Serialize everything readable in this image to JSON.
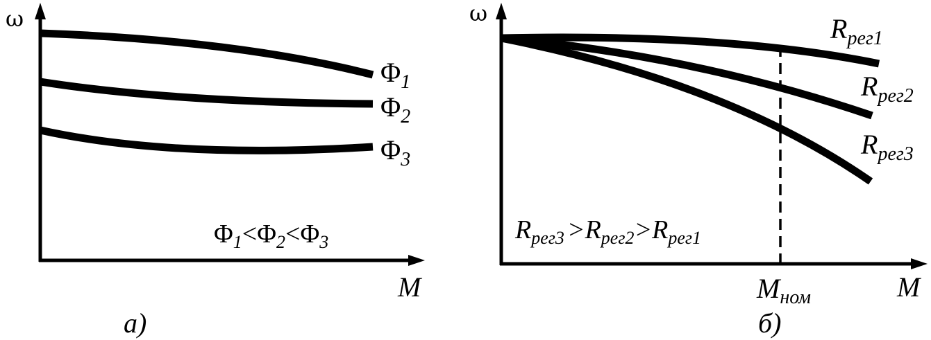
{
  "panel_a": {
    "y_axis_label": "ω",
    "x_axis_label": "M",
    "caption": "а)",
    "curves": [
      {
        "symbol": "Φ",
        "subscript": "1"
      },
      {
        "symbol": "Φ",
        "subscript": "2"
      },
      {
        "symbol": "Φ",
        "subscript": "3"
      }
    ],
    "relation": {
      "s1": "Φ",
      "n1": "1",
      "op1": "<",
      "s2": "Φ",
      "n2": "2",
      "op2": "<",
      "s3": "Φ",
      "n3": "3"
    }
  },
  "panel_b": {
    "y_axis_label": "ω",
    "x_axis_label": "M",
    "caption": "б)",
    "curves": [
      {
        "symbol": "R",
        "subscript": "рег1"
      },
      {
        "symbol": "R",
        "subscript": "рег2"
      },
      {
        "symbol": "R",
        "subscript": "рег3"
      }
    ],
    "nominal_marker": {
      "symbol": "M",
      "subscript": "ном"
    },
    "relation": {
      "s1": "R",
      "n1": "рег3",
      "op1": ">",
      "s2": "R",
      "n2": "рег2",
      "op2": ">",
      "s3": "R",
      "n3": "рег1"
    }
  },
  "colors": {
    "ink": "#000000",
    "background": "#ffffff"
  }
}
